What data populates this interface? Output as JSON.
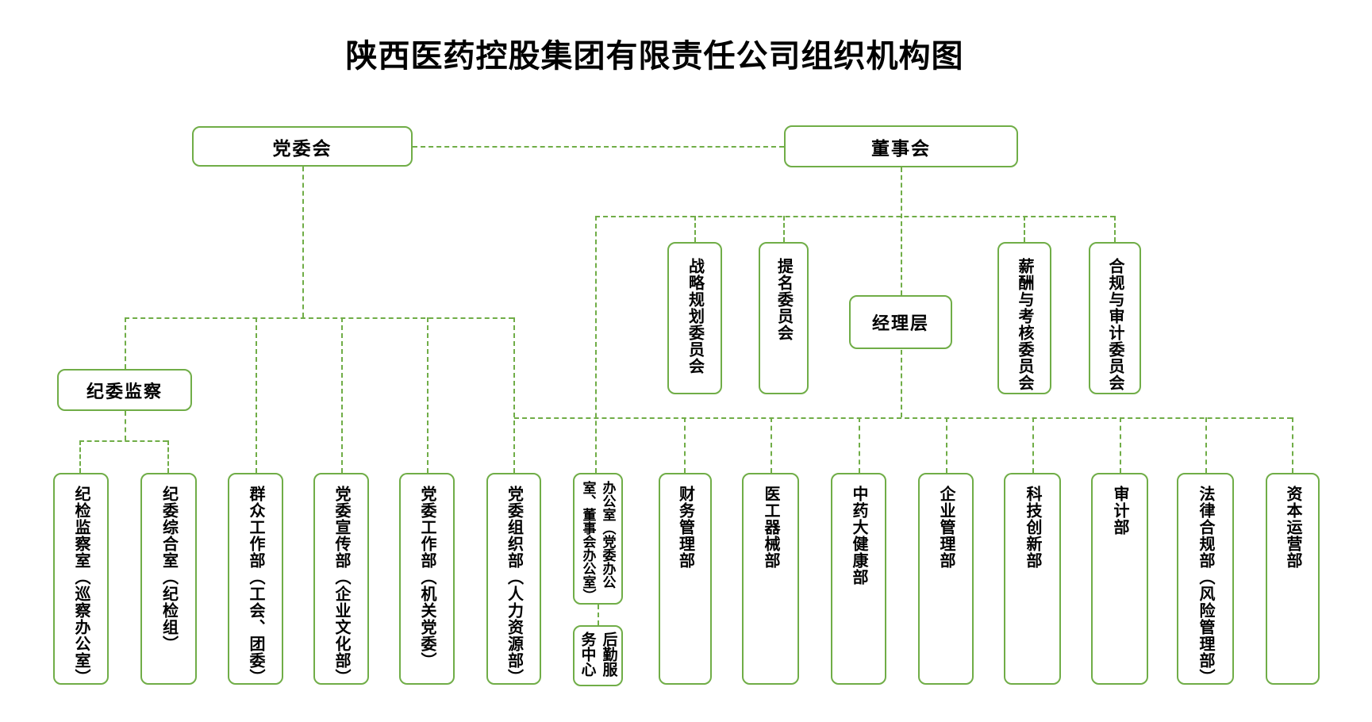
{
  "title": "陕西医药控股集团有限责任公司组织机构图",
  "accent_color": "#70AD47",
  "nodes": {
    "party_committee": {
      "label": "党委会"
    },
    "board": {
      "label": "董事会"
    },
    "strategy_committee": {
      "label": "战略规划委员会"
    },
    "nomination_committee": {
      "label": "提名委员会"
    },
    "management": {
      "label": "经理层"
    },
    "compensation_committee": {
      "label": "薪酬与考核委员会"
    },
    "compliance_audit_committee": {
      "label": "合规与审计委员会"
    },
    "discipline_inspection": {
      "label": "纪委监察"
    },
    "inspection_office": {
      "label": "纪检监察室（巡察办公室）"
    },
    "discipline_general_office": {
      "label": "纪委综合室（纪检组）"
    },
    "mass_work": {
      "label": "群众工作部（工会、团委）"
    },
    "publicity": {
      "label": "党委宣传部（企业文化部）"
    },
    "party_work": {
      "label": "党委工作部（机关党委）"
    },
    "organization": {
      "label": "党委组织部（人力资源部）"
    },
    "general_office": {
      "label": "办公室（党委办公室、董事会办公室）"
    },
    "logistics": {
      "label": "后勤服务中心"
    },
    "finance": {
      "label": "财务管理部"
    },
    "medical_devices": {
      "label": "医工器械部"
    },
    "tcm_health": {
      "label": "中药大健康部"
    },
    "enterprise_mgmt": {
      "label": "企业管理部"
    },
    "tech_innovation": {
      "label": "科技创新部"
    },
    "audit": {
      "label": "审计部"
    },
    "legal_compliance": {
      "label": "法律合规部（风险管理部）"
    },
    "capital_operation": {
      "label": "资本运营部"
    }
  }
}
